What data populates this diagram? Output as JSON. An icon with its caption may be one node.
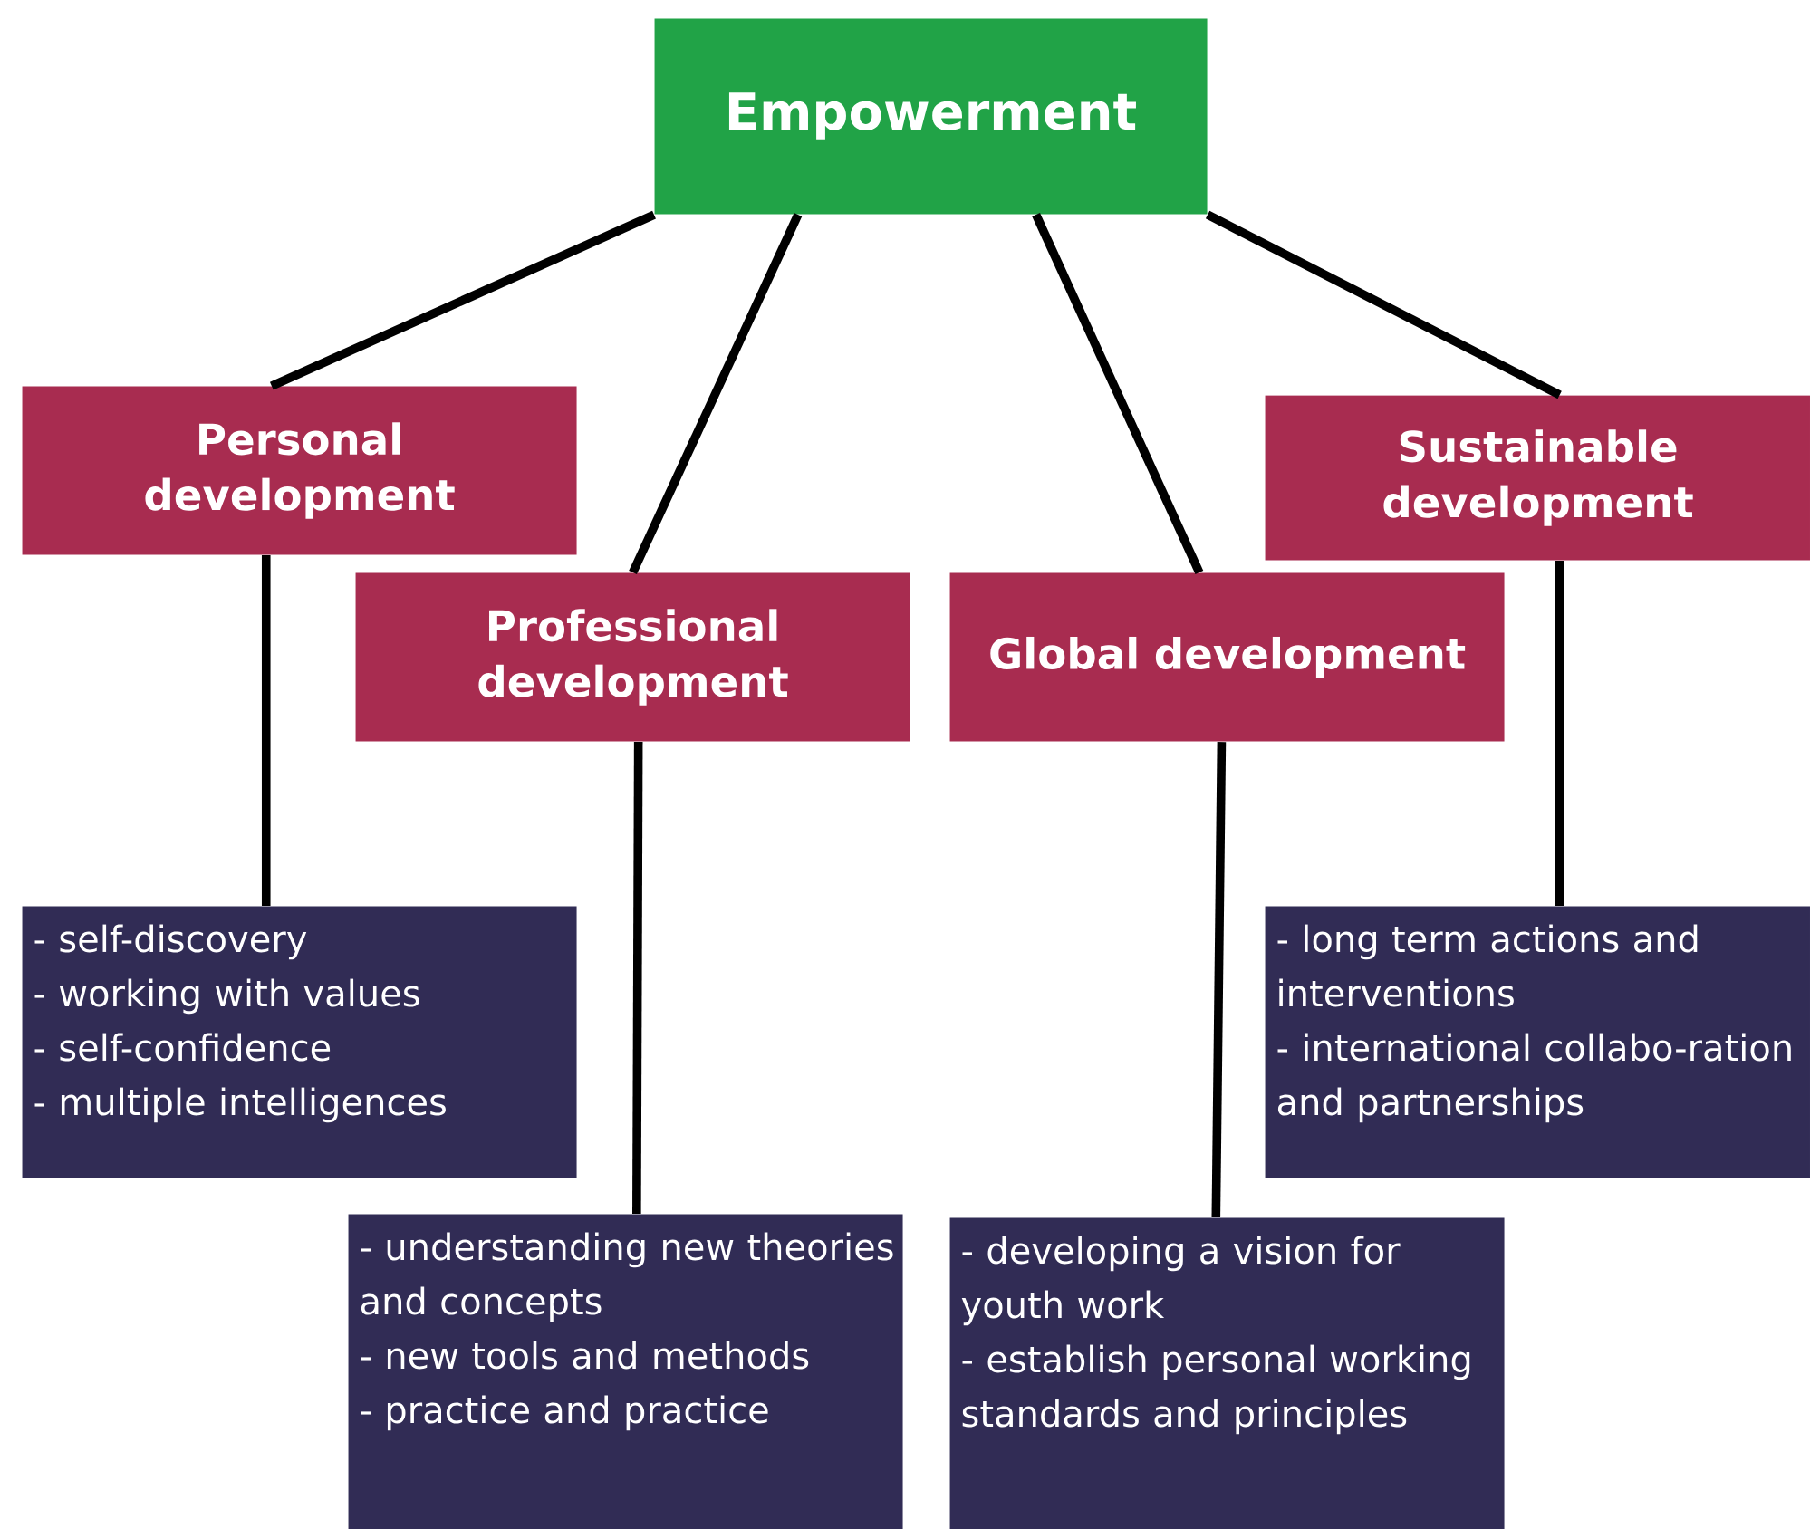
{
  "diagram": {
    "nodes": [
      {
        "text": [
          "Empowerment"
        ]
      },
      {
        "text": [
          "Personal development"
        ]
      },
      {
        "text": [
          "Professional development"
        ]
      },
      {
        "text": [
          "Global development"
        ]
      },
      {
        "text": [
          "Sustainable development"
        ]
      },
      {
        "text": [
          "- self-discovery",
          "- working with values",
          "- self-confidence",
          "- multiple intelligences"
        ]
      },
      {
        "text": [
          "- understanding new theories and concepts",
          "- new tools and methods",
          "- practice and practice"
        ]
      },
      {
        "text": [
          "- developing a vision for youth work",
          "- establish personal working standards and principles"
        ]
      },
      {
        "text": [
          "- long term actions and interventions",
          "- international collabo-ration and partnerships"
        ]
      }
    ],
    "edges": [
      {
        "from": 0,
        "to": 1,
        "arrow": "none"
      },
      {
        "from": 0,
        "to": 2,
        "arrow": "none"
      },
      {
        "from": 0,
        "to": 3,
        "arrow": "none"
      },
      {
        "from": 0,
        "to": 4,
        "arrow": "none"
      },
      {
        "from": 1,
        "to": 5,
        "arrow": "none"
      },
      {
        "from": 2,
        "to": 6,
        "arrow": "none"
      },
      {
        "from": 3,
        "to": 7,
        "arrow": "none"
      },
      {
        "from": 4,
        "to": 8,
        "arrow": "none"
      }
    ]
  }
}
